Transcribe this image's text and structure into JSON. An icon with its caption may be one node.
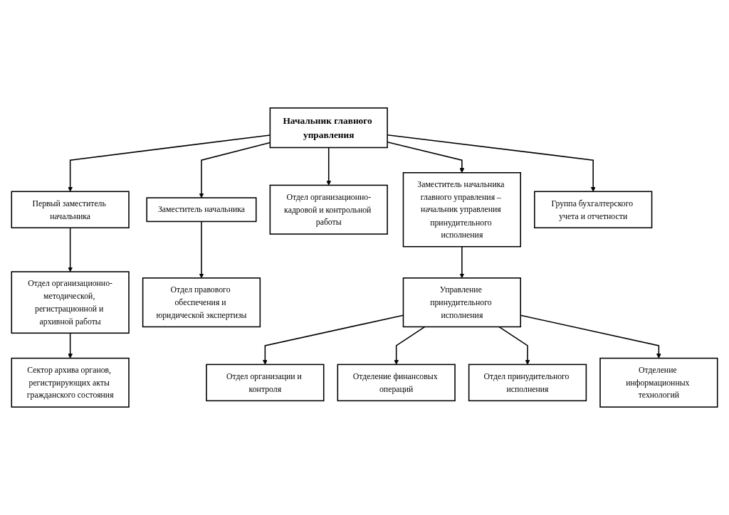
{
  "diagram": {
    "nodes": [
      {
        "text": [
          "Начальник главного управления"
        ]
      },
      {
        "text": [
          "Первый заместитель начальника"
        ]
      },
      {
        "text": [
          "Заместитель начальника"
        ]
      },
      {
        "text": [
          "Отдел организационно-кадровой и контрольной работы"
        ]
      },
      {
        "text": [
          "Заместитель начальника главного управления – начальник управления принудительного исполнения"
        ]
      },
      {
        "text": [
          "Отдел организационно-методической, регистрационной и архивной работы"
        ]
      },
      {
        "text": [
          "Отдел правового обеспечения и юридической экспертизы"
        ]
      },
      {
        "text": [
          "Группа бухгалтерского учета и отчетности"
        ]
      },
      {
        "text": [
          "Управление принудительного исполнения"
        ]
      },
      {
        "text": [
          "Сектор архива органов, регистрирующих акты гражданского состояния"
        ]
      },
      {
        "text": [
          "Отдел организации и контроля"
        ]
      },
      {
        "text": [
          "Отделение финансовых операций"
        ]
      },
      {
        "text": [
          "Отдел принудительного исполнения"
        ]
      },
      {
        "text": [
          "Отделение информационных технологий"
        ]
      }
    ],
    "edges": [
      {
        "from": 0,
        "to": 1,
        "arrow": "to"
      },
      {
        "from": 0,
        "to": 2,
        "arrow": "to"
      },
      {
        "from": 0,
        "to": 3,
        "arrow": "to"
      },
      {
        "from": 0,
        "to": 7,
        "arrow": "to"
      },
      {
        "from": 0,
        "to": 4,
        "arrow": "to"
      },
      {
        "from": 1,
        "to": 5,
        "arrow": "to"
      },
      {
        "from": 5,
        "to": 9,
        "arrow": "to"
      },
      {
        "from": 2,
        "to": 6,
        "arrow": "to"
      },
      {
        "from": 4,
        "to": 8,
        "arrow": "to"
      },
      {
        "from": 8,
        "to": 10,
        "arrow": "to"
      },
      {
        "from": 8,
        "to": 11,
        "arrow": "to"
      },
      {
        "from": 8,
        "to": 12,
        "arrow": "to"
      },
      {
        "from": 8,
        "to": 13,
        "arrow": "to"
      }
    ]
  }
}
